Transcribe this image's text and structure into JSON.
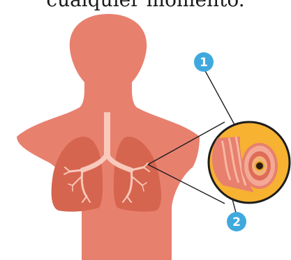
{
  "caption": {
    "text": "cualquier momento."
  },
  "callouts": [
    {
      "number": "1"
    },
    {
      "number": "2"
    }
  ],
  "colors": {
    "body": "#e8806e",
    "lungs": "#d6654f",
    "bronchi": "#f9c9bb",
    "magnifier_fill": "#f7b231",
    "magnifier_border": "#1d1d1d",
    "callout_badge": "#3fa9de"
  }
}
